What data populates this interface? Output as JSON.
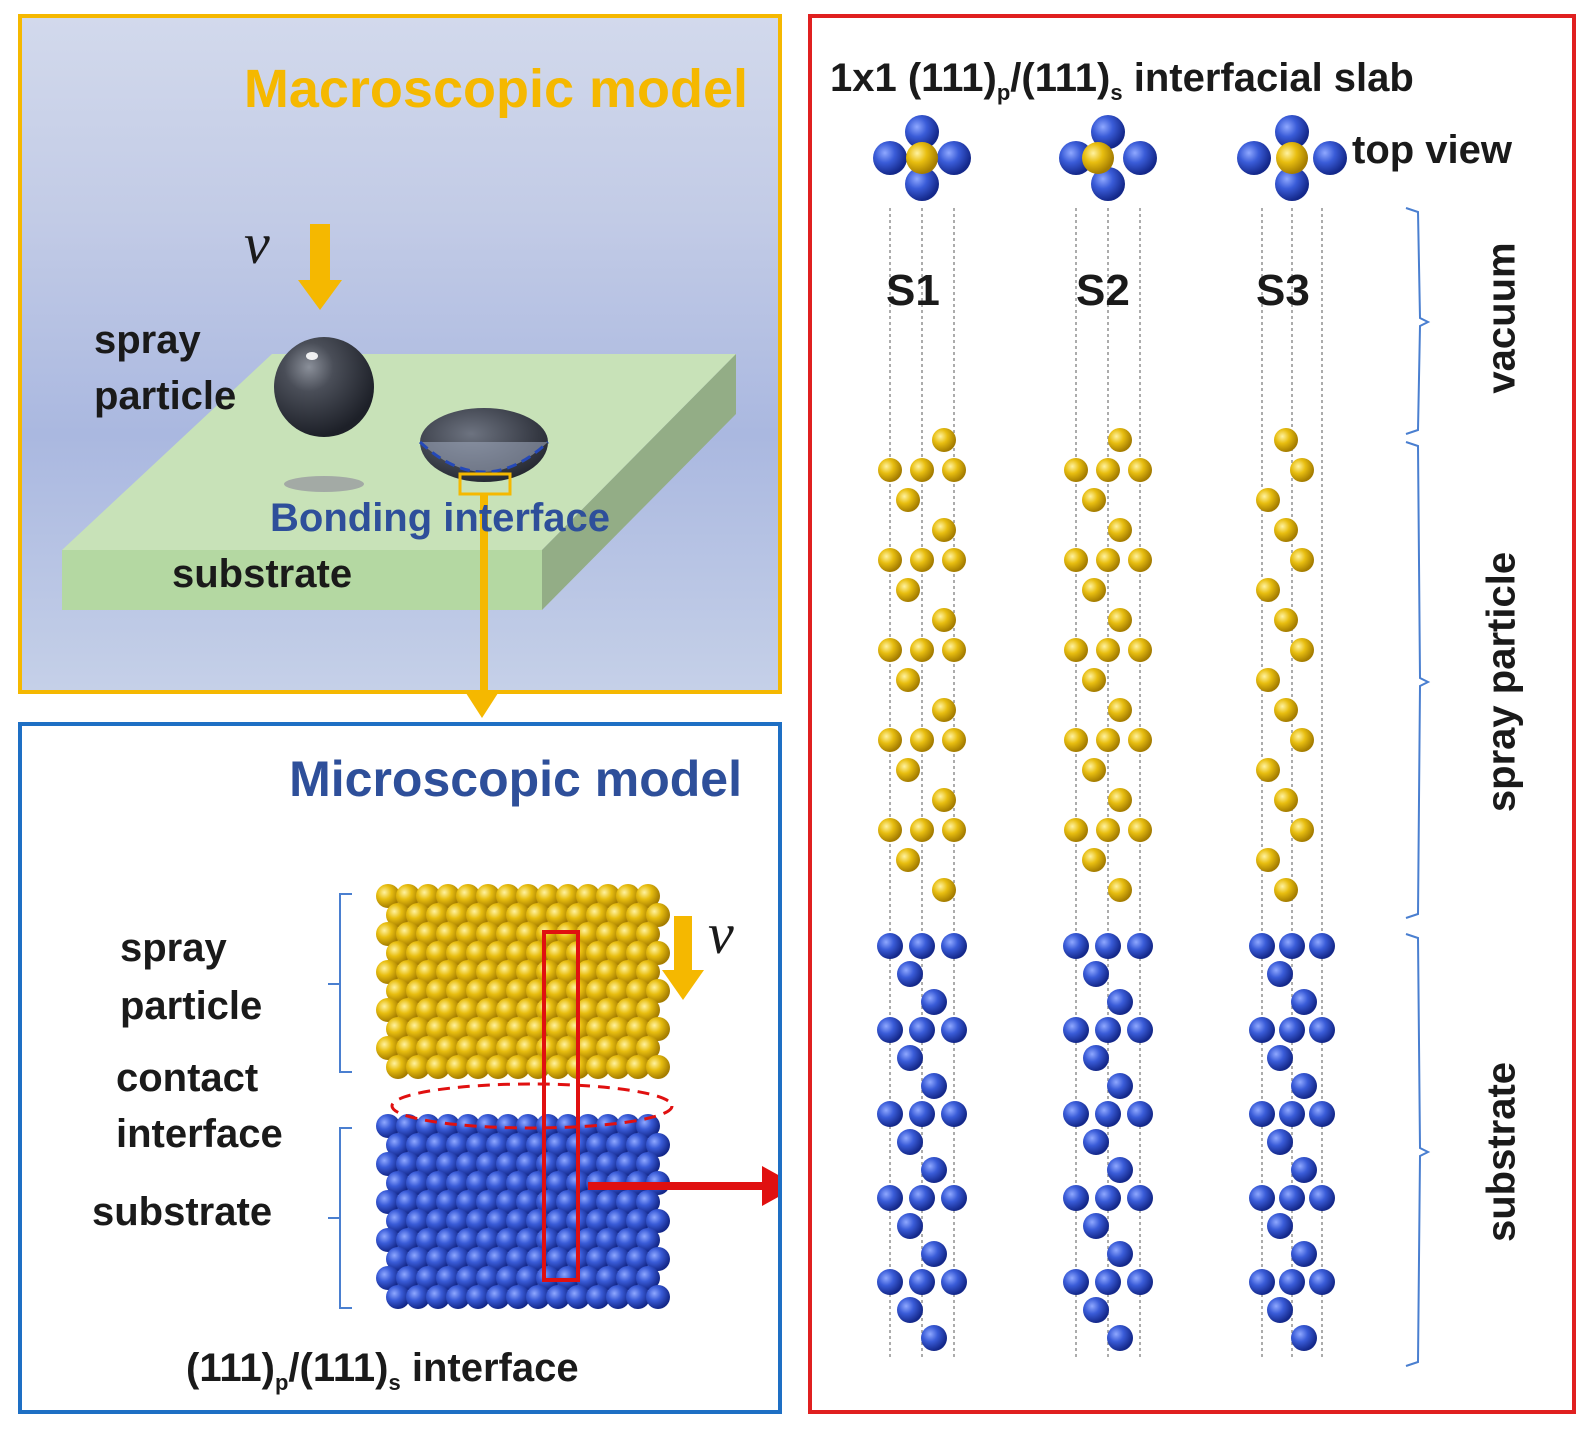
{
  "macro": {
    "title": "Macroscopic model",
    "velocity_symbol": "v",
    "spray_particle_line1": "spray",
    "spray_particle_line2": "particle",
    "bonding_interface": "Bonding interface",
    "substrate": "substrate"
  },
  "micro": {
    "title": "Microscopic model",
    "velocity_symbol": "v",
    "spray_particle_line1": "spray",
    "spray_particle_line2": "particle",
    "contact_line1": "contact",
    "contact_line2": "interface",
    "substrate": "substrate",
    "interface_label": {
      "a": "(111)",
      "sub1": "p",
      "b": "/(111)",
      "sub2": "s",
      "c": " interface"
    }
  },
  "slab": {
    "title": {
      "a": "1x1 (111)",
      "sub1": "p",
      "b": "/(111)",
      "sub2": "s",
      "c": " interfacial slab"
    },
    "top_view": "top view",
    "structures": [
      "S1",
      "S2",
      "S3"
    ],
    "regions": [
      "vacuum",
      "spray particle",
      "substrate"
    ]
  },
  "colors": {
    "macro_border": "#f5b800",
    "micro_border": "#1e6fc4",
    "slab_border": "#e02020",
    "gold_atom": "#e2b400",
    "blue_atom": "#2448b8",
    "arrow": "#f5b800",
    "red_arrow": "#e01010"
  }
}
